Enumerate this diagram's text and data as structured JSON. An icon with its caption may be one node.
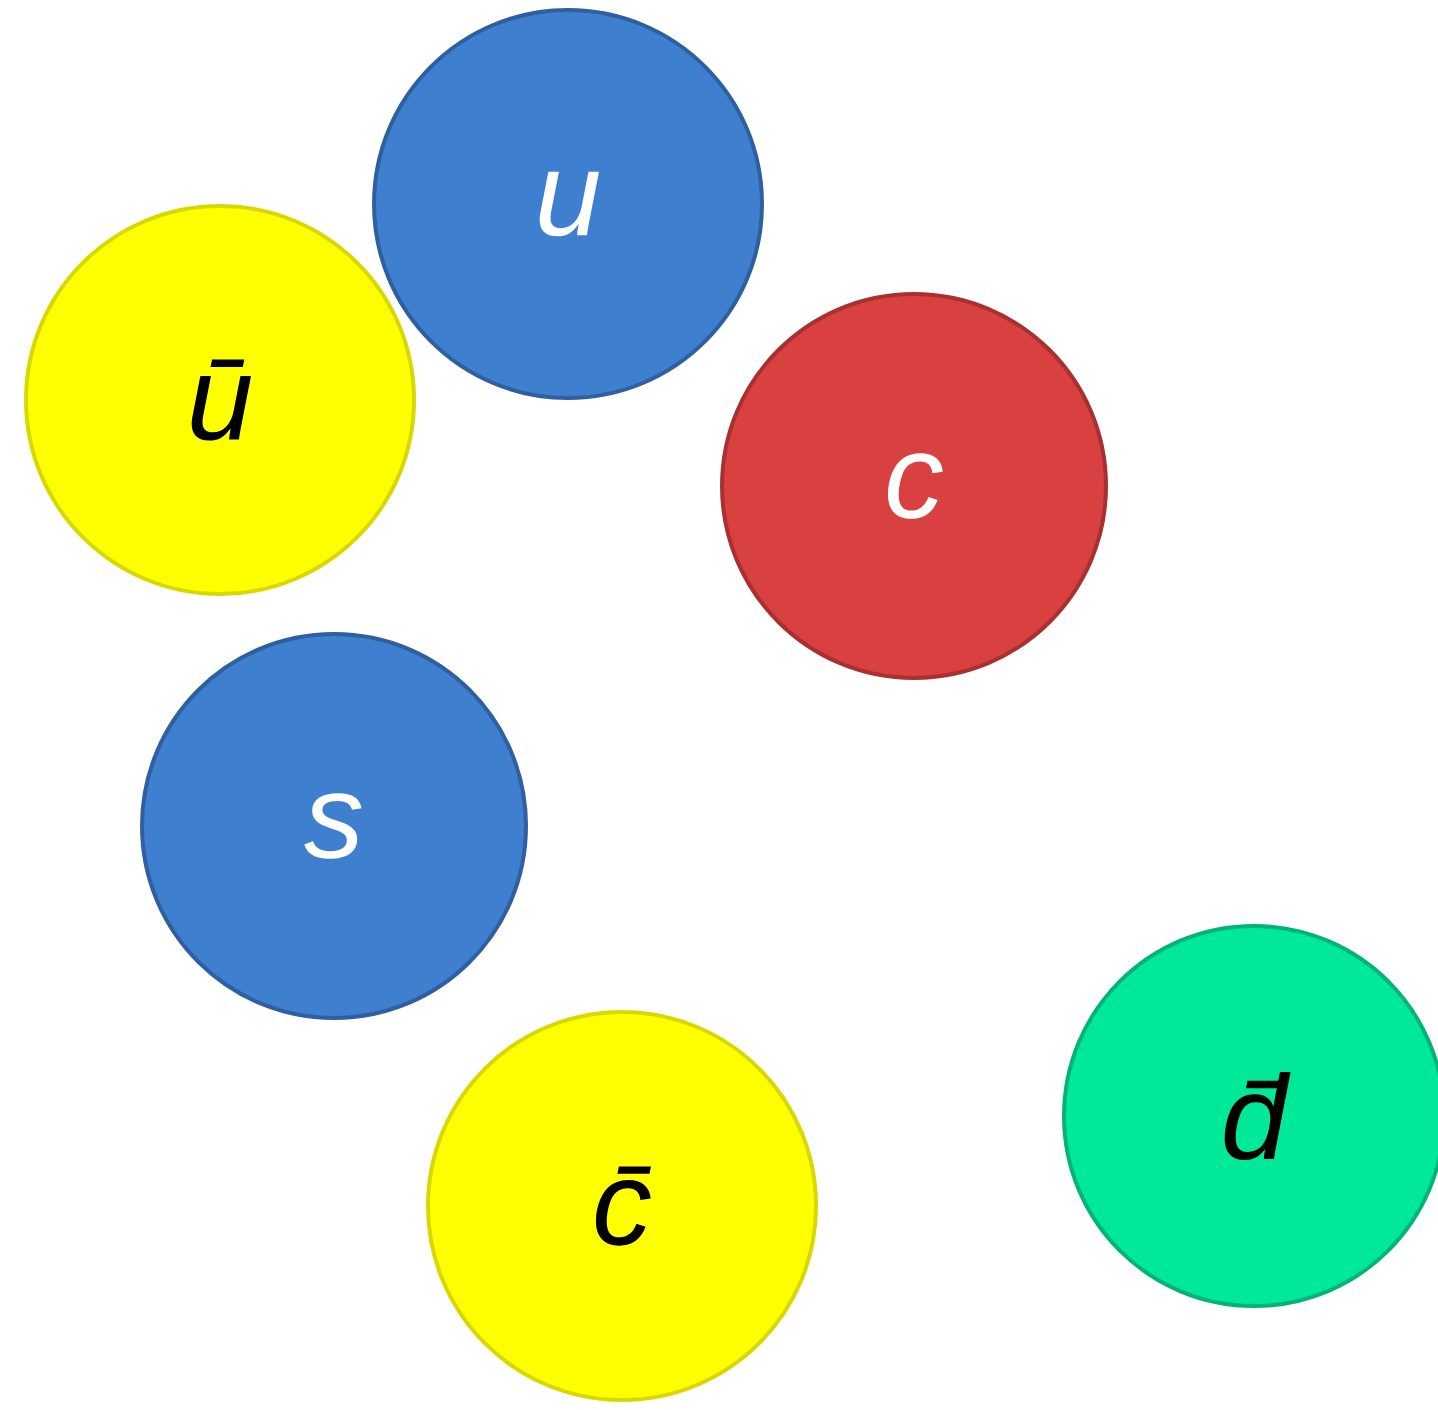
{
  "diagram": {
    "nodes": [
      {
        "text": [
          "u"
        ]
      },
      {
        "text": [
          "ū"
        ]
      },
      {
        "text": [
          "c"
        ]
      },
      {
        "text": [
          "s"
        ]
      },
      {
        "text": [
          "c̄"
        ]
      },
      {
        "text": [
          "d̄"
        ]
      }
    ]
  }
}
